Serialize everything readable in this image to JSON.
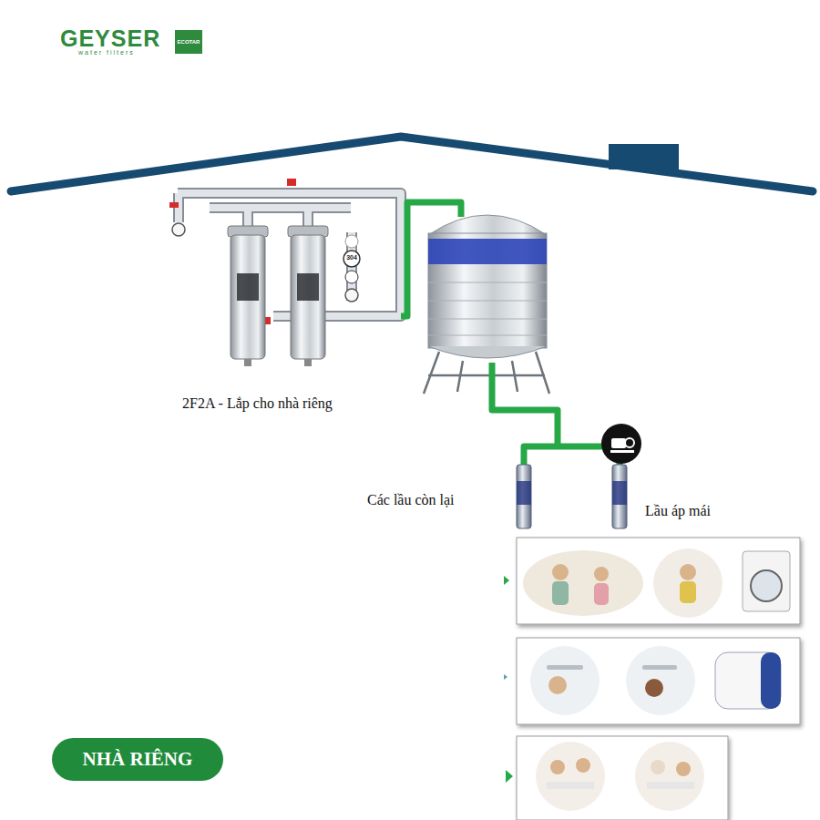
{
  "diagram": {
    "nodes": [
      {
        "text": [
          "ECOTAR"
        ]
      },
      {
        "text": [
          "NHÀ RIÊNG"
        ]
      }
    ],
    "labels": [
      "GEYSER",
      "water filters",
      "304",
      "2F2A - Lắp cho nhà riêng",
      "Các lầu còn lại",
      "Lầu áp mái"
    ]
  }
}
